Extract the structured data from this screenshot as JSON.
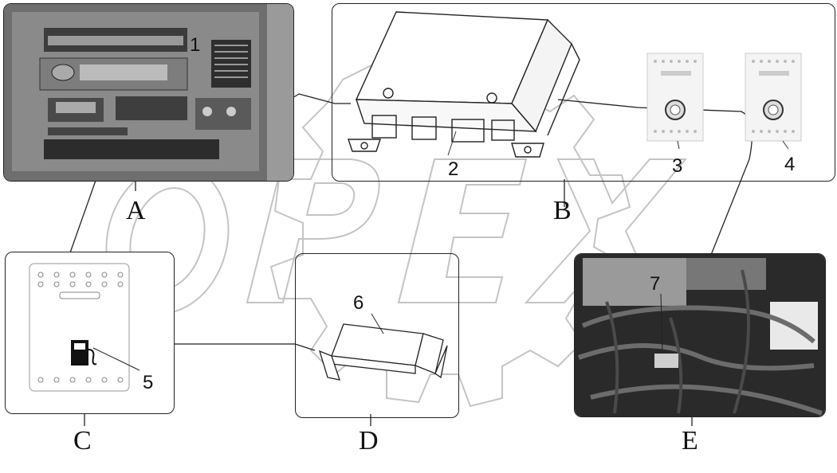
{
  "watermark": {
    "text": "OPEX"
  },
  "panels": {
    "A": {
      "label": "A",
      "callouts": [
        "1"
      ]
    },
    "B": {
      "label": "B",
      "callouts": [
        "2",
        "3",
        "4"
      ]
    },
    "C": {
      "label": "C",
      "callouts": [
        "5"
      ]
    },
    "D": {
      "label": "D",
      "callouts": [
        "6"
      ]
    },
    "E": {
      "label": "E",
      "callouts": [
        "7"
      ]
    }
  },
  "colors": {
    "line": "#222222",
    "watermark_stroke": "#bdbdbd",
    "photo_dark": "#3a3a3a"
  }
}
